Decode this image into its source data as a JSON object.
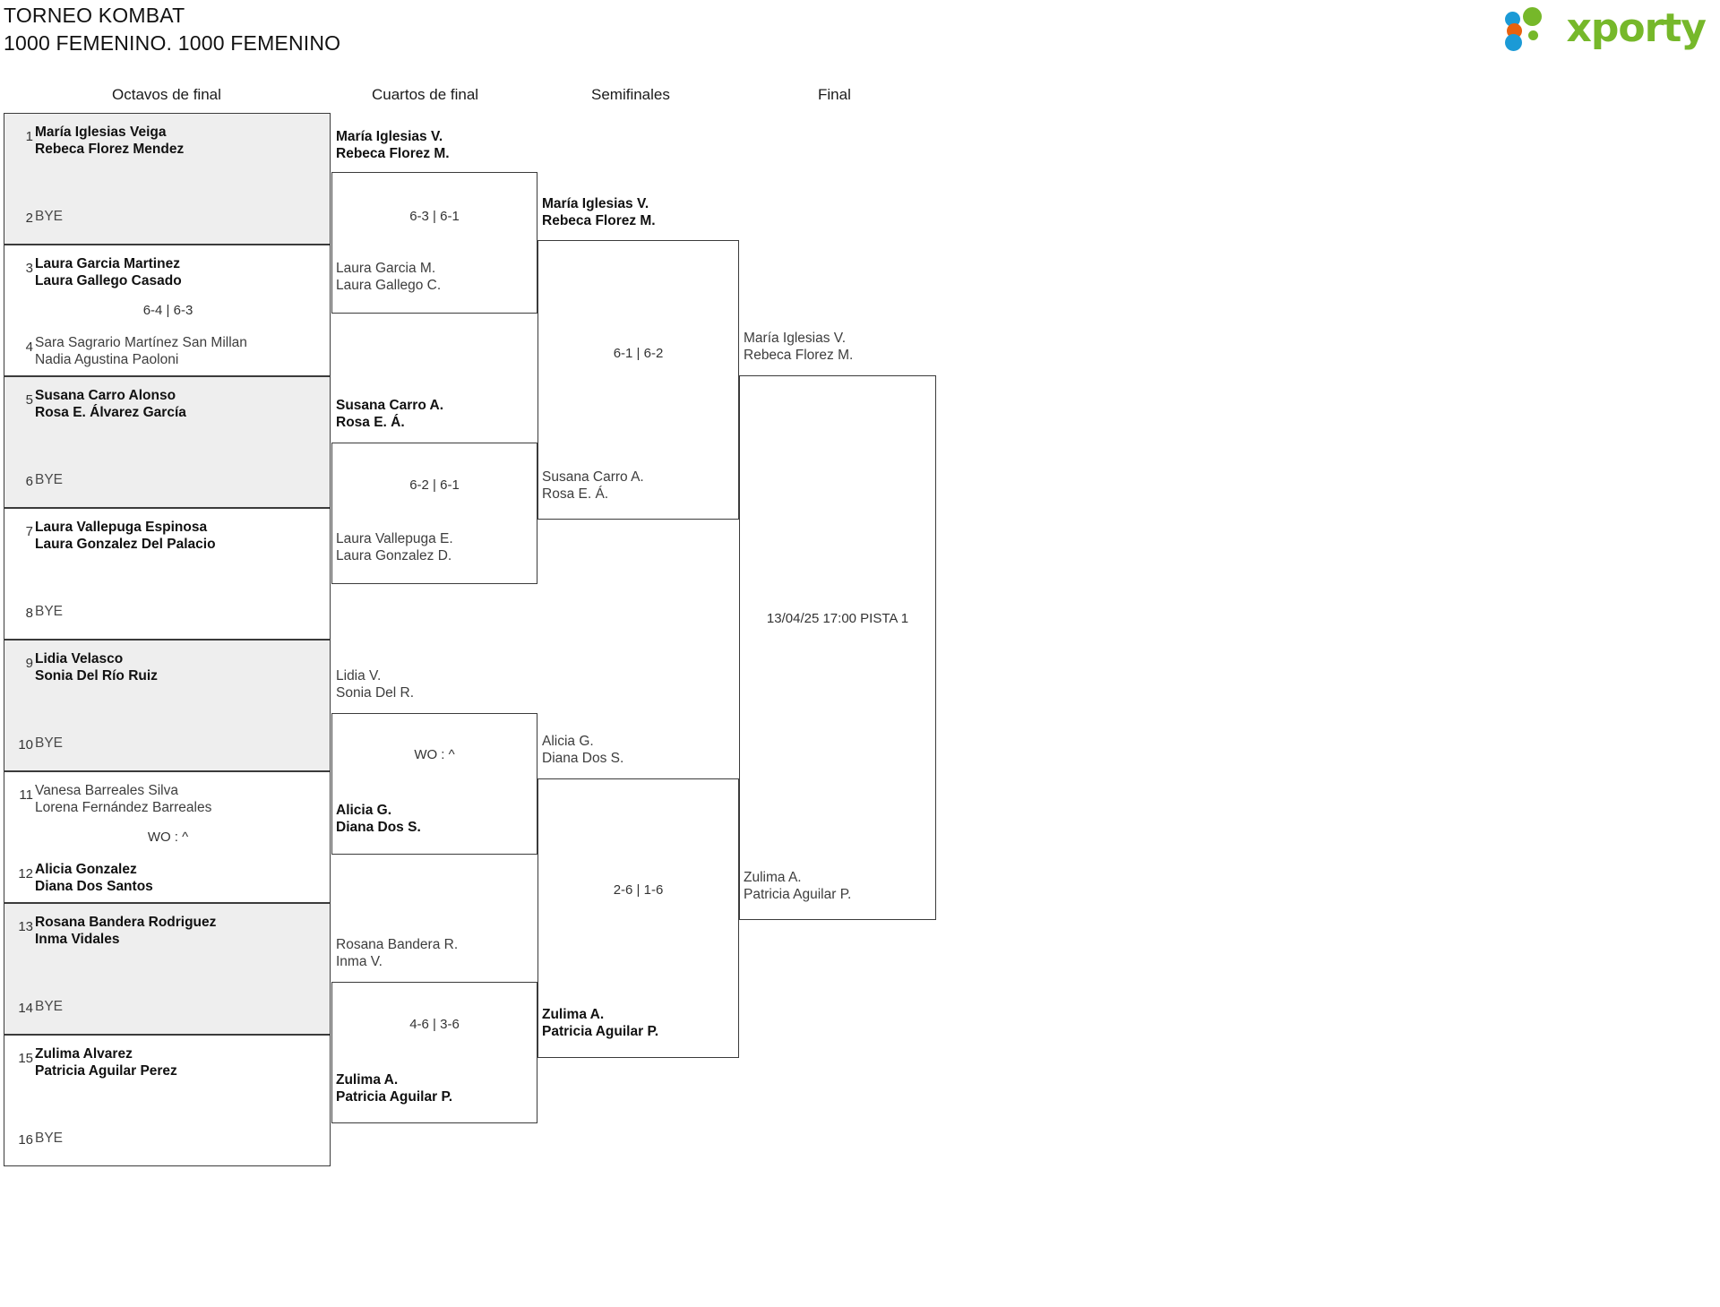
{
  "header": {
    "title_line1": "TORNEO KOMBAT",
    "title_line2": "1000 FEMENINO. 1000 FEMENINO",
    "logo_text": "xporty",
    "logo_colors": {
      "green": "#76b82a",
      "blue": "#1b9ad6",
      "orange": "#e8610e"
    }
  },
  "rounds": [
    {
      "label": "Octavos de final"
    },
    {
      "label": "Cuartos de final"
    },
    {
      "label": "Semifinales"
    },
    {
      "label": "Final"
    }
  ],
  "bye_label": "BYE",
  "round1": [
    {
      "seed_top": "1",
      "seed_bottom": "2",
      "top": {
        "l1": "María Iglesias Veiga",
        "l2": "Rebeca Florez Mendez",
        "winner": true
      },
      "bottom": {
        "bye": "BYE"
      },
      "score": ""
    },
    {
      "seed_top": "3",
      "seed_bottom": "4",
      "top": {
        "l1": "Laura Garcia Martinez",
        "l2": "Laura Gallego Casado",
        "winner": true
      },
      "bottom": {
        "l1": "Sara Sagrario Martínez San Millan",
        "l2": "Nadia Agustina Paoloni",
        "winner": false
      },
      "score": "6-4 | 6-3"
    },
    {
      "seed_top": "5",
      "seed_bottom": "6",
      "top": {
        "l1": "Susana Carro Alonso",
        "l2": "Rosa E. Álvarez García",
        "winner": true
      },
      "bottom": {
        "bye": "BYE"
      },
      "score": ""
    },
    {
      "seed_top": "7",
      "seed_bottom": "8",
      "top": {
        "l1": "Laura Vallepuga Espinosa",
        "l2": "Laura Gonzalez Del Palacio",
        "winner": true
      },
      "bottom": {
        "bye": "BYE"
      },
      "score": ""
    },
    {
      "seed_top": "9",
      "seed_bottom": "10",
      "top": {
        "l1": "Lidia Velasco",
        "l2": "Sonia Del Río Ruiz",
        "winner": true
      },
      "bottom": {
        "bye": "BYE"
      },
      "score": ""
    },
    {
      "seed_top": "11",
      "seed_bottom": "12",
      "top": {
        "l1": "Vanesa Barreales Silva",
        "l2": "Lorena Fernández Barreales",
        "winner": false
      },
      "bottom": {
        "l1": "Alicia Gonzalez",
        "l2": "Diana Dos Santos",
        "winner": true
      },
      "score": "WO : ^"
    },
    {
      "seed_top": "13",
      "seed_bottom": "14",
      "top": {
        "l1": "Rosana Bandera Rodriguez",
        "l2": "Inma Vidales",
        "winner": true
      },
      "bottom": {
        "bye": "BYE"
      },
      "score": ""
    },
    {
      "seed_top": "15",
      "seed_bottom": "16",
      "top": {
        "l1": "Zulima Alvarez",
        "l2": "Patricia Aguilar Perez",
        "winner": true
      },
      "bottom": {
        "bye": "BYE"
      },
      "score": ""
    }
  ],
  "quarterfinals": [
    {
      "top": {
        "l1": "María Iglesias V.",
        "l2": "Rebeca Florez M.",
        "winner": true
      },
      "bottom": {
        "l1": "Laura Garcia M.",
        "l2": "Laura Gallego C.",
        "winner": false
      },
      "score": "6-3 | 6-1"
    },
    {
      "top": {
        "l1": "Susana Carro A.",
        "l2": "Rosa E. Á.",
        "winner": true
      },
      "bottom": {
        "l1": "Laura Vallepuga E.",
        "l2": "Laura Gonzalez D.",
        "winner": false
      },
      "score": "6-2 | 6-1"
    },
    {
      "top": {
        "l1": "Lidia V.",
        "l2": "Sonia Del R.",
        "winner": false
      },
      "bottom": {
        "l1": "Alicia G.",
        "l2": "Diana Dos S.",
        "winner": true
      },
      "score": "WO : ^"
    },
    {
      "top": {
        "l1": "Rosana Bandera R.",
        "l2": "Inma V.",
        "winner": false
      },
      "bottom": {
        "l1": "Zulima A.",
        "l2": "Patricia Aguilar P.",
        "winner": true
      },
      "score": "4-6 | 3-6"
    }
  ],
  "semifinals": [
    {
      "top": {
        "l1": "María Iglesias V.",
        "l2": "Rebeca Florez M.",
        "winner": true
      },
      "bottom": {
        "l1": "Susana Carro A.",
        "l2": "Rosa E. Á.",
        "winner": false
      },
      "score": "6-1 | 6-2"
    },
    {
      "top": {
        "l1": "Alicia G.",
        "l2": "Diana Dos S.",
        "winner": false
      },
      "bottom": {
        "l1": "Zulima A.",
        "l2": "Patricia Aguilar P.",
        "winner": true
      },
      "score": "2-6 | 1-6"
    }
  ],
  "final": {
    "top": {
      "l1": "María Iglesias V.",
      "l2": "Rebeca Florez M.",
      "winner": false
    },
    "bottom": {
      "l1": "Zulima A.",
      "l2": "Patricia Aguilar P.",
      "winner": false
    },
    "schedule": "13/04/25 17:00 PISTA 1"
  }
}
